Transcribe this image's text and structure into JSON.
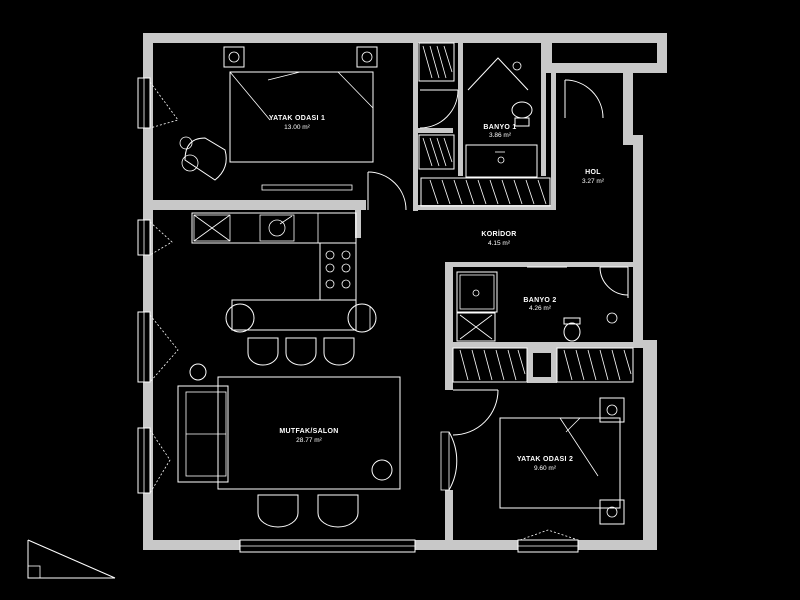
{
  "colors": {
    "background": "#000000",
    "wall": "#c8c8c8",
    "line": "#ffffff"
  },
  "rooms": [
    {
      "id": "bedroom1",
      "name": "YATAK ODASI 1",
      "area": "13.00 m²"
    },
    {
      "id": "bath1",
      "name": "BANYO 1",
      "area": "3.86 m²"
    },
    {
      "id": "hall",
      "name": "HOL",
      "area": "3.27 m²"
    },
    {
      "id": "corridor",
      "name": "KORİDOR",
      "area": "4.15 m²"
    },
    {
      "id": "bath2",
      "name": "BANYO 2",
      "area": "4.26 m²"
    },
    {
      "id": "living",
      "name": "MUTFAK/SALON",
      "area": "28.77 m²"
    },
    {
      "id": "bedroom2",
      "name": "YATAK ODASI 2",
      "area": "9.60 m²"
    }
  ],
  "icons": [
    "north-arrow-icon",
    "bed-icon",
    "sofa-icon",
    "toilet-icon",
    "shower-icon",
    "sink-icon",
    "stove-icon",
    "armchair-icon",
    "dining-chair-icon",
    "door-swing-icon",
    "wardrobe-icon",
    "window-icon"
  ]
}
